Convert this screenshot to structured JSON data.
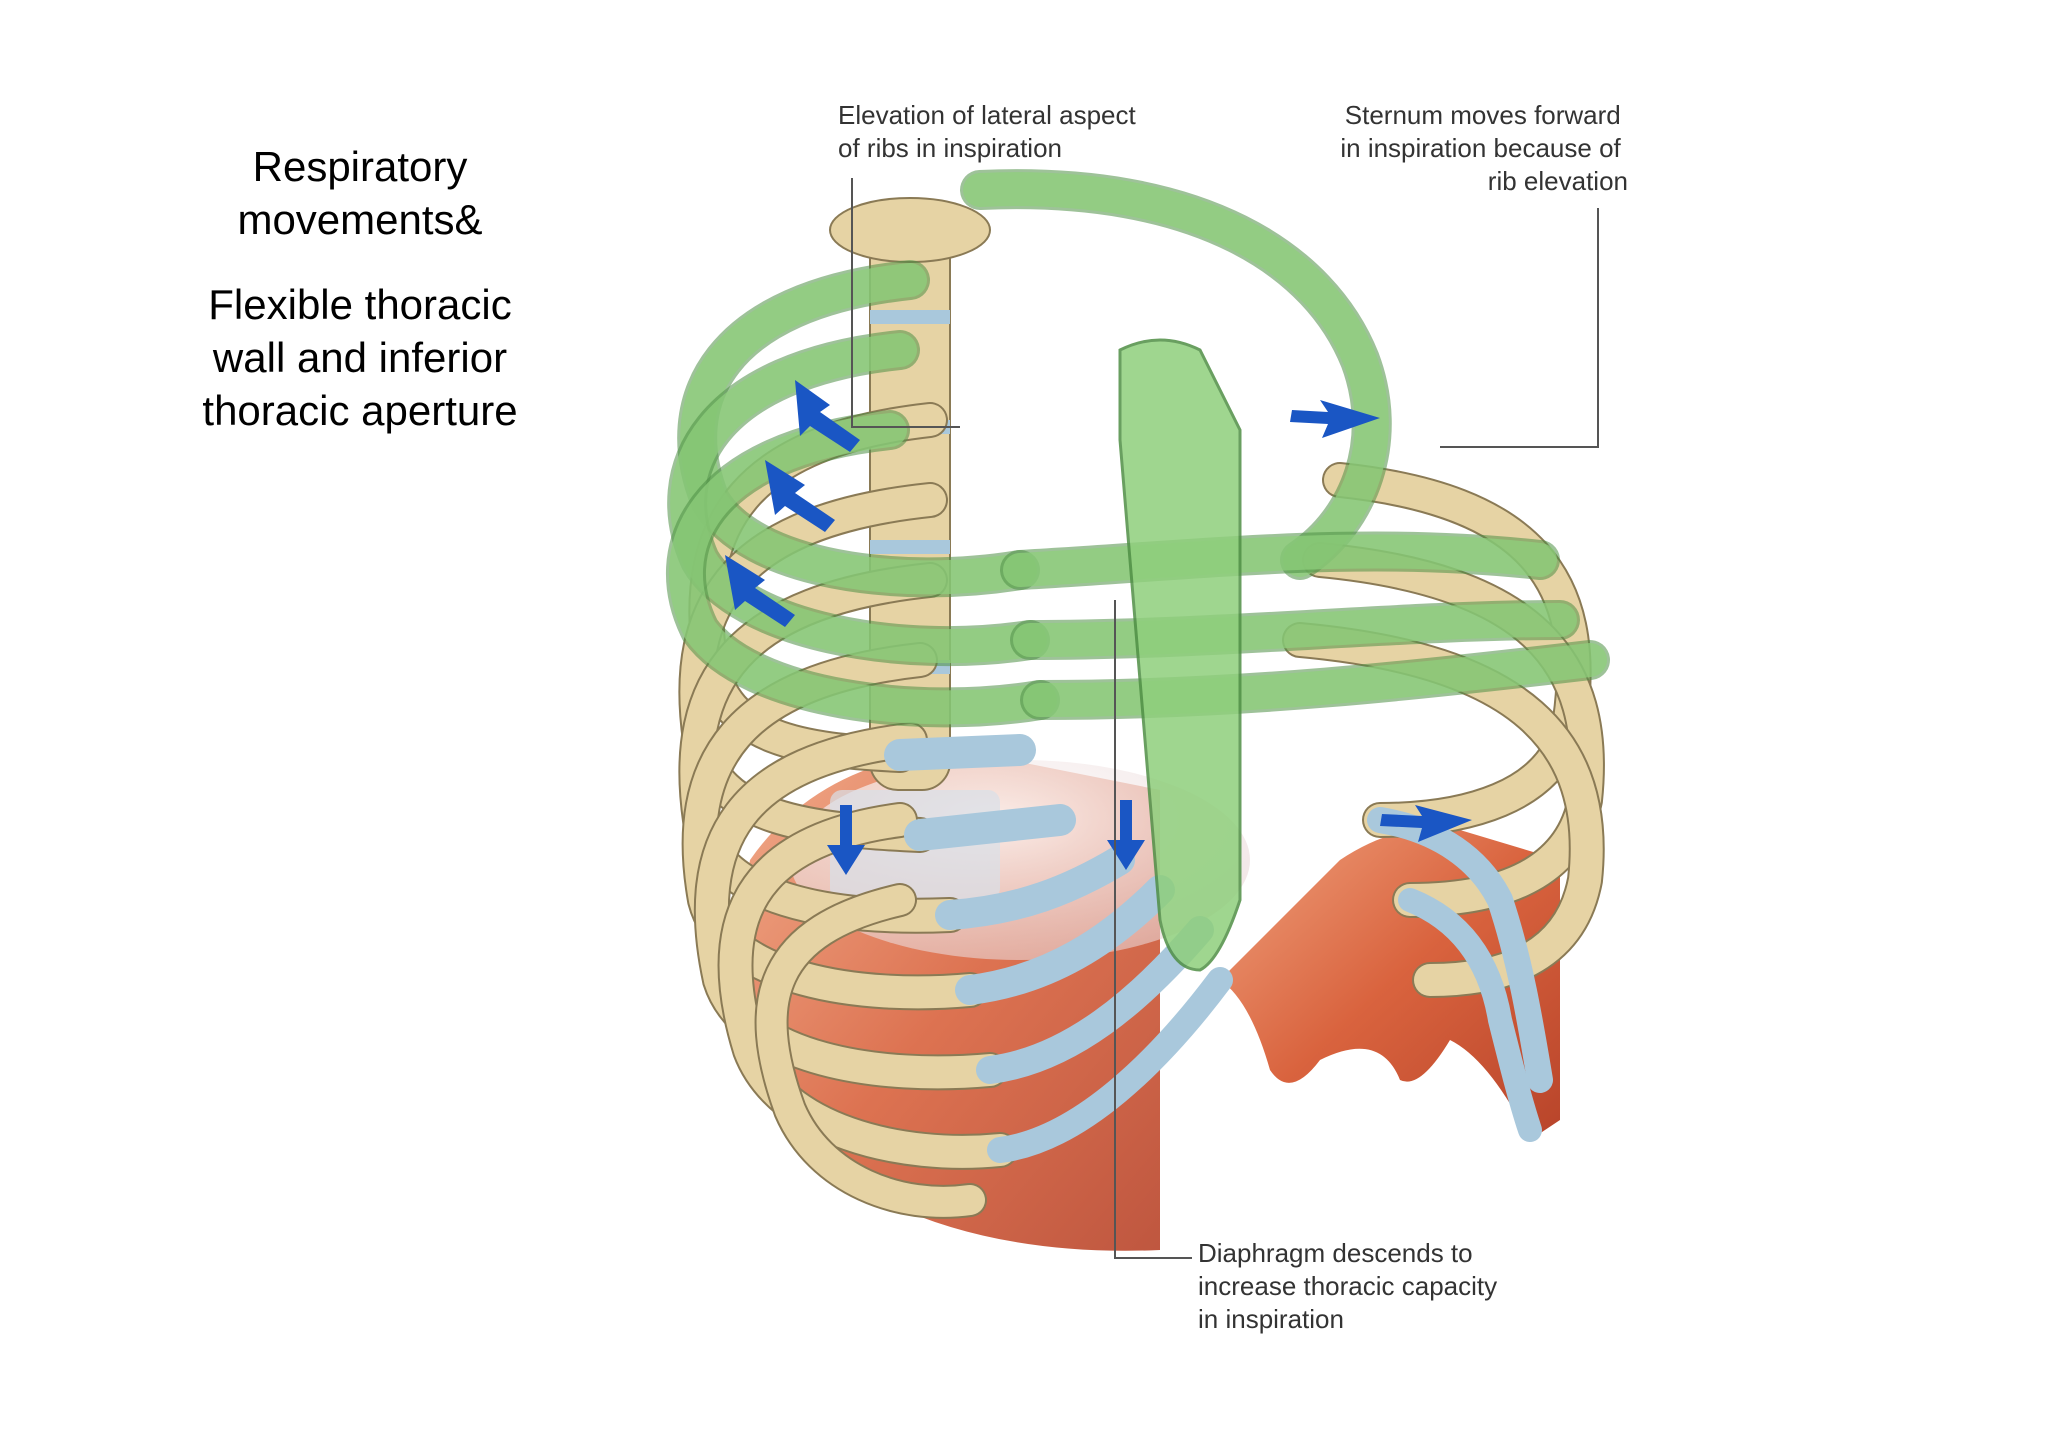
{
  "slide": {
    "title_lines": [
      "Respiratory",
      "movements&"
    ],
    "subtitle_lines": [
      "Flexible thoracic",
      "wall and inferior",
      "thoracic aperture"
    ]
  },
  "figure": {
    "callouts": {
      "lateral_ribs": [
        "Elevation of lateral aspect",
        "of ribs in inspiration"
      ],
      "sternum": [
        "Sternum moves forward",
        "in inspiration because of",
        "rib elevation"
      ],
      "diaphragm": [
        "Diaphragm descends to",
        "increase thoracic capacity",
        "in inspiration"
      ]
    },
    "colors": {
      "bone": "#e6d3a4",
      "bone_outline": "#8a7a55",
      "cartilage": "#a9c8dc",
      "elevated_ribs": "#8fcf7c",
      "diaphragm_muscle": "#d9633e",
      "arrows": "#1a56c4",
      "leader_lines": "#555555"
    }
  }
}
